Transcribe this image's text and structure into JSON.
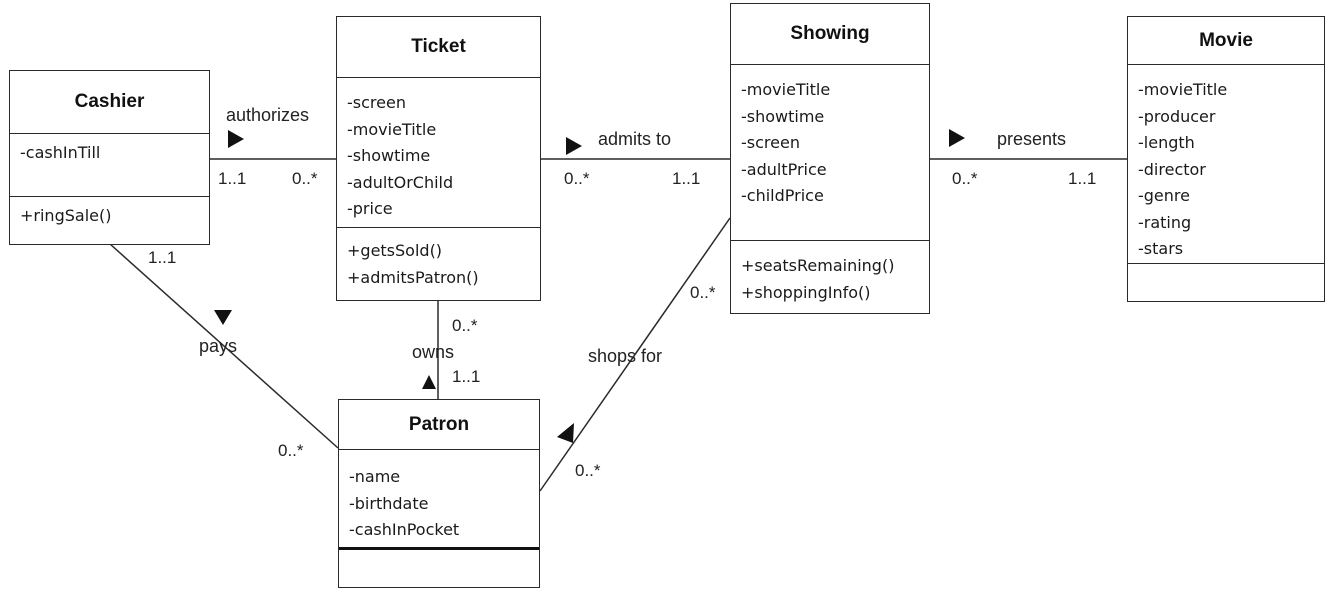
{
  "classes": {
    "cashier": {
      "name": "Cashier",
      "attributes": [
        "-cashInTill"
      ],
      "operations": [
        "+ringSale()"
      ]
    },
    "ticket": {
      "name": "Ticket",
      "attributes": [
        "-screen",
        "-movieTitle",
        "-showtime",
        "-adultOrChild",
        "-price"
      ],
      "operations": [
        "+getsSold()",
        "+admitsPatron()"
      ]
    },
    "showing": {
      "name": "Showing",
      "attributes": [
        "-movieTitle",
        "-showtime",
        "-screen",
        "-adultPrice",
        "-childPrice"
      ],
      "operations": [
        "+seatsRemaining()",
        "+shoppingInfo()"
      ]
    },
    "movie": {
      "name": "Movie",
      "attributes": [
        "-movieTitle",
        "-producer",
        "-length",
        "-director",
        "-genre",
        "-rating",
        "-stars"
      ],
      "operations": []
    },
    "patron": {
      "name": "Patron",
      "attributes": [
        "-name",
        "-birthdate",
        "-cashInPocket"
      ],
      "operations": []
    }
  },
  "associations": {
    "authorizes": {
      "label": "authorizes",
      "mult_a": "1..1",
      "mult_b": "0..*"
    },
    "admits_to": {
      "label": "admits to",
      "mult_a": "0..*",
      "mult_b": "1..1"
    },
    "presents": {
      "label": "presents",
      "mult_a": "0..*",
      "mult_b": "1..1"
    },
    "pays": {
      "label": "pays",
      "mult_a": "1..1",
      "mult_b": "0..*"
    },
    "owns": {
      "label": "owns",
      "mult_a": "0..*",
      "mult_b": "1..1"
    },
    "shops_for": {
      "label": "shops for",
      "mult_a": "0..*",
      "mult_b": "0..*"
    }
  },
  "colors": {
    "line": "#2a2a2a",
    "box_fill": "#ffffff",
    "text": "#1a1a1a"
  }
}
